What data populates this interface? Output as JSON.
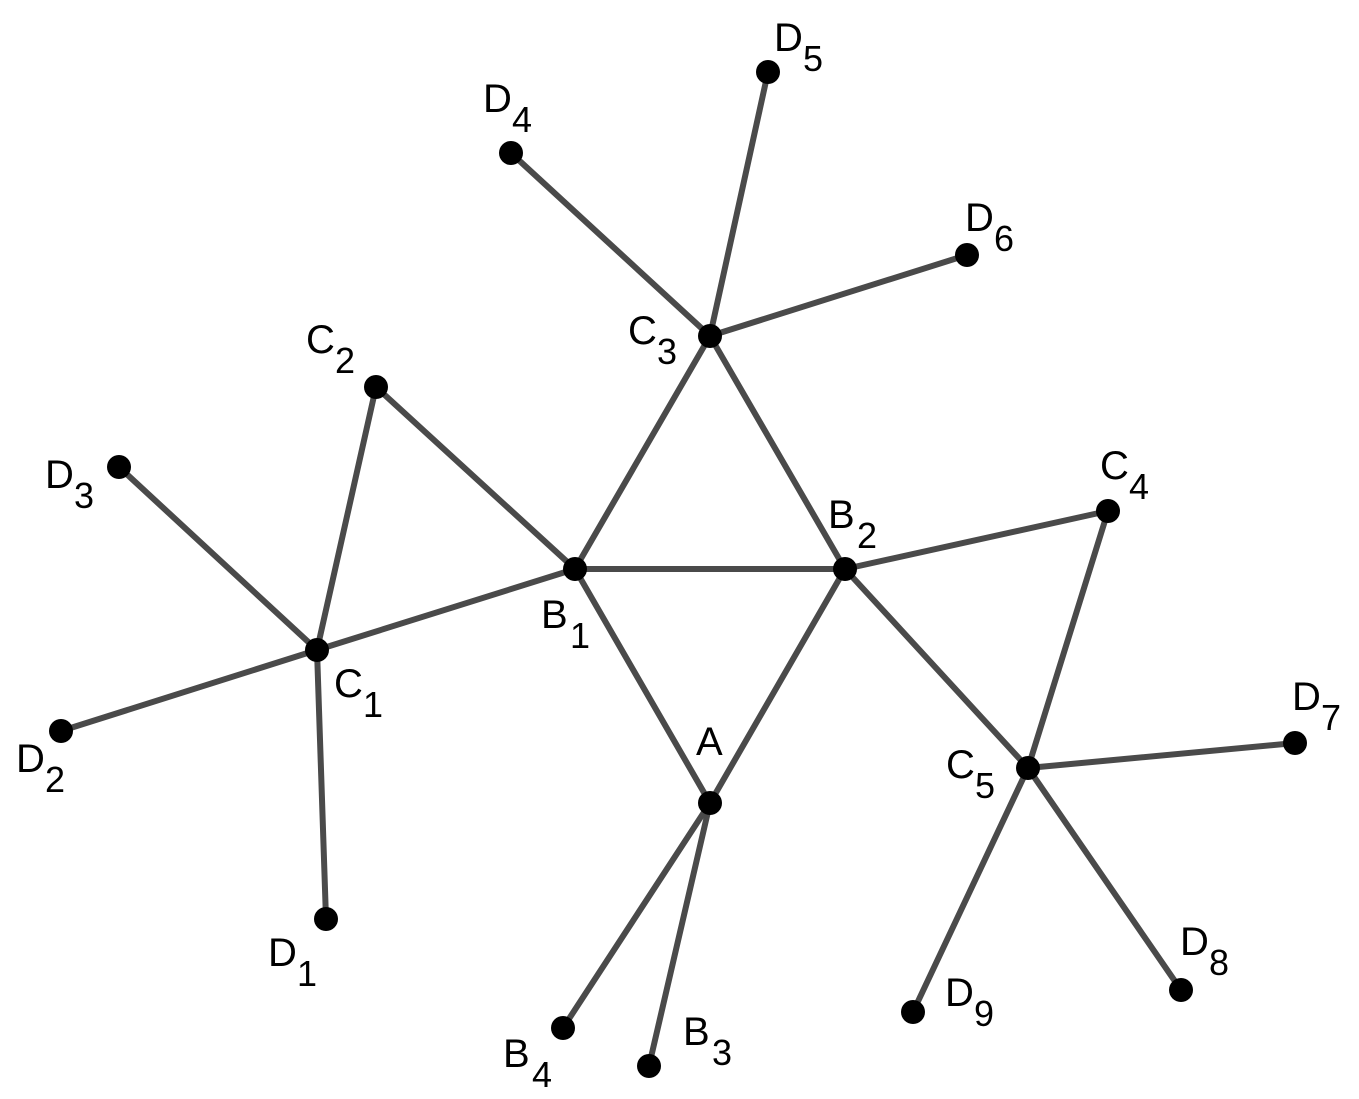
{
  "graph": {
    "nodes": [
      {
        "id": "A",
        "letter": "A",
        "sub": ""
      },
      {
        "id": "B1",
        "letter": "B",
        "sub": "1"
      },
      {
        "id": "B2",
        "letter": "B",
        "sub": "2"
      },
      {
        "id": "B3",
        "letter": "B",
        "sub": "3"
      },
      {
        "id": "B4",
        "letter": "B",
        "sub": "4"
      },
      {
        "id": "C1",
        "letter": "C",
        "sub": "1"
      },
      {
        "id": "C2",
        "letter": "C",
        "sub": "2"
      },
      {
        "id": "C3",
        "letter": "C",
        "sub": "3"
      },
      {
        "id": "C4",
        "letter": "C",
        "sub": "4"
      },
      {
        "id": "C5",
        "letter": "C",
        "sub": "5"
      },
      {
        "id": "D1",
        "letter": "D",
        "sub": "1"
      },
      {
        "id": "D2",
        "letter": "D",
        "sub": "2"
      },
      {
        "id": "D3",
        "letter": "D",
        "sub": "3"
      },
      {
        "id": "D4",
        "letter": "D",
        "sub": "4"
      },
      {
        "id": "D5",
        "letter": "D",
        "sub": "5"
      },
      {
        "id": "D6",
        "letter": "D",
        "sub": "6"
      },
      {
        "id": "D7",
        "letter": "D",
        "sub": "7"
      },
      {
        "id": "D8",
        "letter": "D",
        "sub": "8"
      },
      {
        "id": "D9",
        "letter": "D",
        "sub": "9"
      }
    ],
    "edges": [
      [
        "A",
        "B1"
      ],
      [
        "A",
        "B2"
      ],
      [
        "A",
        "B3"
      ],
      [
        "A",
        "B4"
      ],
      [
        "B1",
        "B2"
      ],
      [
        "B1",
        "C3"
      ],
      [
        "B2",
        "C3"
      ],
      [
        "B1",
        "C1"
      ],
      [
        "B1",
        "C2"
      ],
      [
        "C1",
        "C2"
      ],
      [
        "B2",
        "C4"
      ],
      [
        "B2",
        "C5"
      ],
      [
        "C4",
        "C5"
      ],
      [
        "C1",
        "D1"
      ],
      [
        "C1",
        "D2"
      ],
      [
        "C1",
        "D3"
      ],
      [
        "C3",
        "D4"
      ],
      [
        "C3",
        "D5"
      ],
      [
        "C3",
        "D6"
      ],
      [
        "C5",
        "D7"
      ],
      [
        "C5",
        "D8"
      ],
      [
        "C5",
        "D9"
      ]
    ],
    "edge_color": "#4a4a4a",
    "node_color": "#000000"
  }
}
